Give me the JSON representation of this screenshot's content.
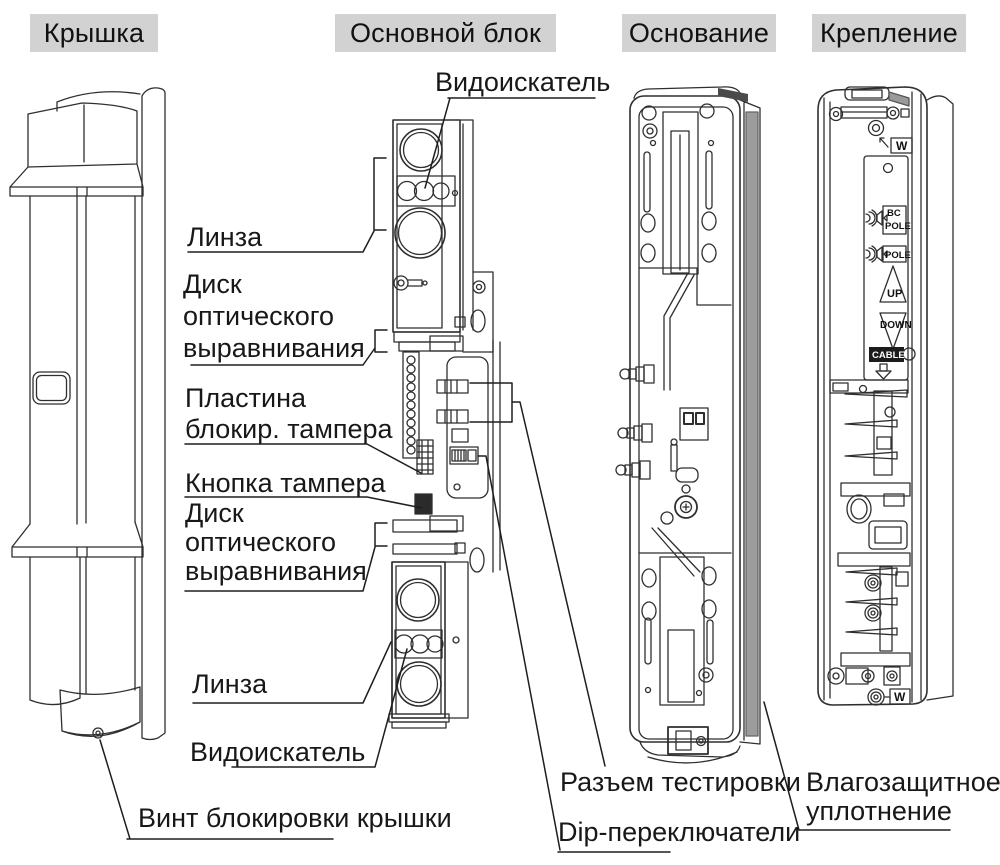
{
  "page": {
    "header_bg": "#d2d2d2",
    "line_color": "#2f2f2f",
    "seal_color": "#9c9c9c"
  },
  "headers": [
    {
      "id": "cover",
      "label": "Крышка"
    },
    {
      "id": "main-unit",
      "label": "Основной блок"
    },
    {
      "id": "base",
      "label": "Основание"
    },
    {
      "id": "mount",
      "label": "Крепление"
    }
  ],
  "callouts": {
    "viewfinder_top": {
      "lines": [
        "Видоискатель"
      ]
    },
    "lens_top": {
      "lines": [
        "Линза"
      ]
    },
    "disk_top": {
      "lines": [
        "Диск",
        "оптического",
        "выравнивания"
      ]
    },
    "tamper_plate": {
      "lines": [
        "Пластина",
        "блокир. тампера"
      ]
    },
    "tamper_button": {
      "lines": [
        "Кнопка тампера"
      ]
    },
    "disk_bottom": {
      "lines": [
        "Диск",
        "оптического",
        "выравнивания"
      ]
    },
    "lens_bottom": {
      "lines": [
        "Линза"
      ]
    },
    "viewfinder_bottom": {
      "lines": [
        "Видоискатель"
      ]
    },
    "cover_screw": {
      "lines": [
        "Винт блокировки крышки"
      ]
    },
    "test_connector": {
      "lines": [
        "Разъем тестировки"
      ]
    },
    "dip_switches": {
      "lines": [
        "Dip-переключатели"
      ]
    },
    "moisture_seal": {
      "lines": [
        "Влагозащитное",
        "уплотнение"
      ]
    }
  },
  "markings": {
    "wall_top": "W",
    "bc_line1": "BC",
    "bc_line2": "POLE",
    "pole": "POLE",
    "up": "UP",
    "down": "DOWN",
    "cable": "CABLE",
    "wall_bottom": "W"
  }
}
